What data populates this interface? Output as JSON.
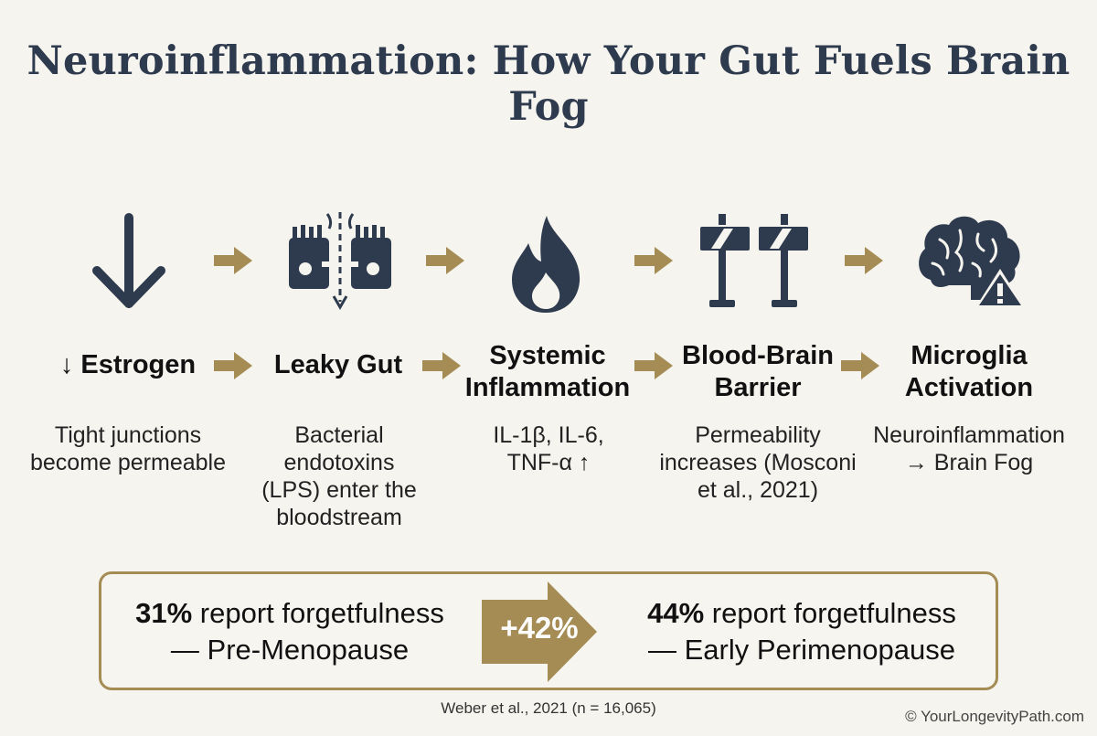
{
  "title": "Neuroinflammation: How Your Gut Fuels Brain Fog",
  "colors": {
    "icon": "#2e3a4d",
    "accent": "#a58c55",
    "background": "#f6f4ee"
  },
  "steps": [
    {
      "icon": "down-arrow-icon",
      "title": "↓ Estrogen",
      "description": "Tight junctions become permeable"
    },
    {
      "icon": "leaky-gut-icon",
      "title": "Leaky Gut",
      "description": "Bacterial endotoxins (LPS) enter the bloodstream"
    },
    {
      "icon": "flame-icon",
      "title": "Systemic Inflammation",
      "description": "IL-1β, IL-6, TNF-α ↑"
    },
    {
      "icon": "barrier-icon",
      "title": "Blood-Brain Barrier",
      "description": "Permeability increases (Mosconi et al., 2021)"
    },
    {
      "icon": "brain-warning-icon",
      "title": "Microglia Activation",
      "description": "Neuroinflammation → Brain Fog"
    }
  ],
  "stats": {
    "left": {
      "percent": "31%",
      "text": "report forgetfulness",
      "stage": "— Pre-Menopause"
    },
    "change": "+42%",
    "right": {
      "percent": "44%",
      "text": "report forgetfulness",
      "stage": "— Early Perimenopause"
    }
  },
  "citation": "Weber et al., 2021 (n = 16,065)",
  "copyright": "© YourLongevityPath.com"
}
